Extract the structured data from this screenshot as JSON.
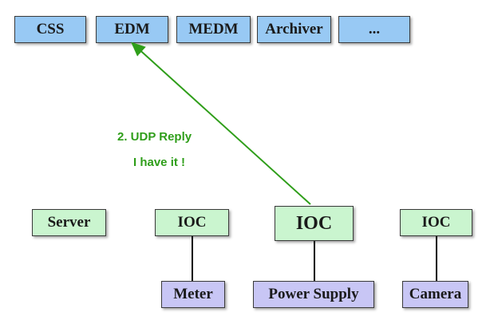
{
  "clients": [
    "CSS",
    "EDM",
    "MEDM",
    "Archiver",
    "..."
  ],
  "servers": {
    "server": "Server",
    "ioc_left": "IOC",
    "ioc_center": "IOC",
    "ioc_right": "IOC"
  },
  "devices": {
    "meter": "Meter",
    "power_supply": "Power Supply",
    "camera": "Camera"
  },
  "message": {
    "line1": "2. UDP Reply",
    "line2": "I have it !"
  },
  "colors": {
    "client_fill": "#98c9f4",
    "server_fill": "#caf5cf",
    "device_fill": "#c8c6f5",
    "arrow": "#2f9e1a"
  }
}
